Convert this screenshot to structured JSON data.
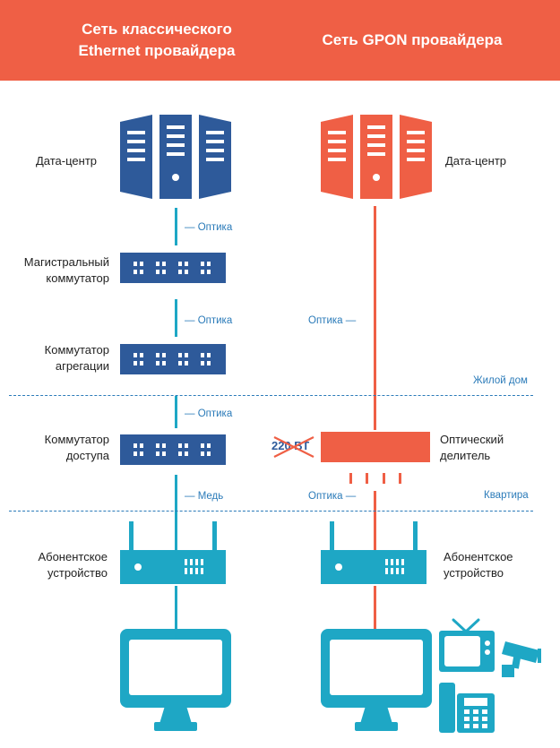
{
  "header": {
    "left_title": "Сеть классического Ethernet провайдера",
    "right_title": "Сеть GPON провайдера"
  },
  "left": {
    "datacenter_label": "Дата-центр",
    "backbone_label_line1": "Магистральный",
    "backbone_label_line2": "коммутатор",
    "aggregation_label_line1": "Коммутатор",
    "aggregation_label_line2": "агрегации",
    "access_label_line1": "Коммутатор",
    "access_label_line2": "доступа",
    "subscriber_label_line1": "Абонентское",
    "subscriber_label_line2": "устройство",
    "links": [
      "— Оптика",
      "— Оптика",
      "— Оптика",
      "— Медь"
    ]
  },
  "right": {
    "datacenter_label": "Дата-центр",
    "splitter_label_line1": "Оптический",
    "splitter_label_line2": "делитель",
    "power_crossed": "220 ВТ",
    "subscriber_label_line1": "Абонентское",
    "subscriber_label_line2": "устройство",
    "links": [
      "Оптика —",
      "Оптика —"
    ]
  },
  "zones": {
    "building": "Жилой дом",
    "apartment": "Квартира"
  },
  "colors": {
    "header": "#ef5f45",
    "ethernet_server": "#2e5a9a",
    "gpon": "#ef5f45",
    "teal": "#1ea7c5",
    "link_text": "#2b7bb9"
  },
  "icons": [
    "server-rack-icon",
    "network-switch-icon",
    "optical-splitter-icon",
    "router-icon",
    "monitor-icon",
    "tv-icon",
    "security-camera-icon",
    "phone-icon"
  ]
}
